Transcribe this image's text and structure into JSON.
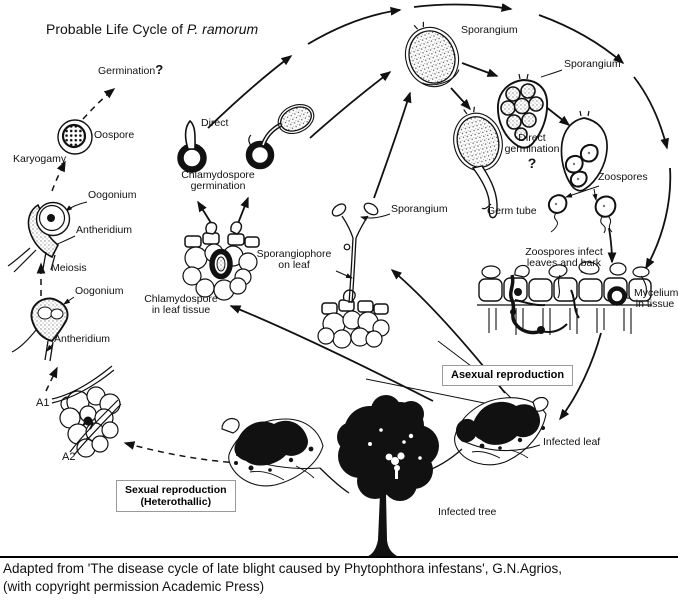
{
  "title": {
    "prefix": "Probable Life Cycle of ",
    "species": "P. ramorum"
  },
  "labels": {
    "germination": "Germination",
    "germination_q": "?",
    "oospore": "Oospore",
    "karyogamy": "Karyogamy",
    "oogonium_upper": "Oogonium",
    "antheridium_upper": "Antheridium",
    "meiosis": "Meiosis",
    "oogonium_lower": "Oogonium",
    "antheridium_lower": "Antheridium",
    "a1": "A1",
    "a2": "A2",
    "direct": "Direct",
    "chlamydospore_germination": "Chlamydospore\ngermination",
    "chlamydospore_in_leaf": "Chlamydospore\nin leaf tissue",
    "sporangiophore_on_leaf": "Sporangiophore\non leaf",
    "sporangium_on_sporangiophore": "Sporangium",
    "sporangium_top": "Sporangium",
    "sporangium_cleaving": "Sporangium",
    "direct_germination": "Direct\ngermination",
    "direct_germination_q": "?",
    "germ_tube": "Germ tube",
    "zoospores": "Zoospores",
    "zoospores_infect": "Zoospores infect\nleaves and bark",
    "mycelium_in_tissue": "Mycelium\nin tissue",
    "infected_leaf": "Infected leaf",
    "infected_tree": "Infected tree"
  },
  "boxes": {
    "asexual": "Asexual reproduction",
    "sexual": "Sexual reproduction\n(Heterothallic)"
  },
  "caption": {
    "line1": "Adapted from 'The disease cycle of late blight caused by Phytophthora infestans', G.N.Agrios,",
    "line2": "(with copyright permission Academic Press)"
  },
  "colors": {
    "ink": "#000000",
    "background": "#ffffff",
    "box_border": "#9a9a9a"
  }
}
